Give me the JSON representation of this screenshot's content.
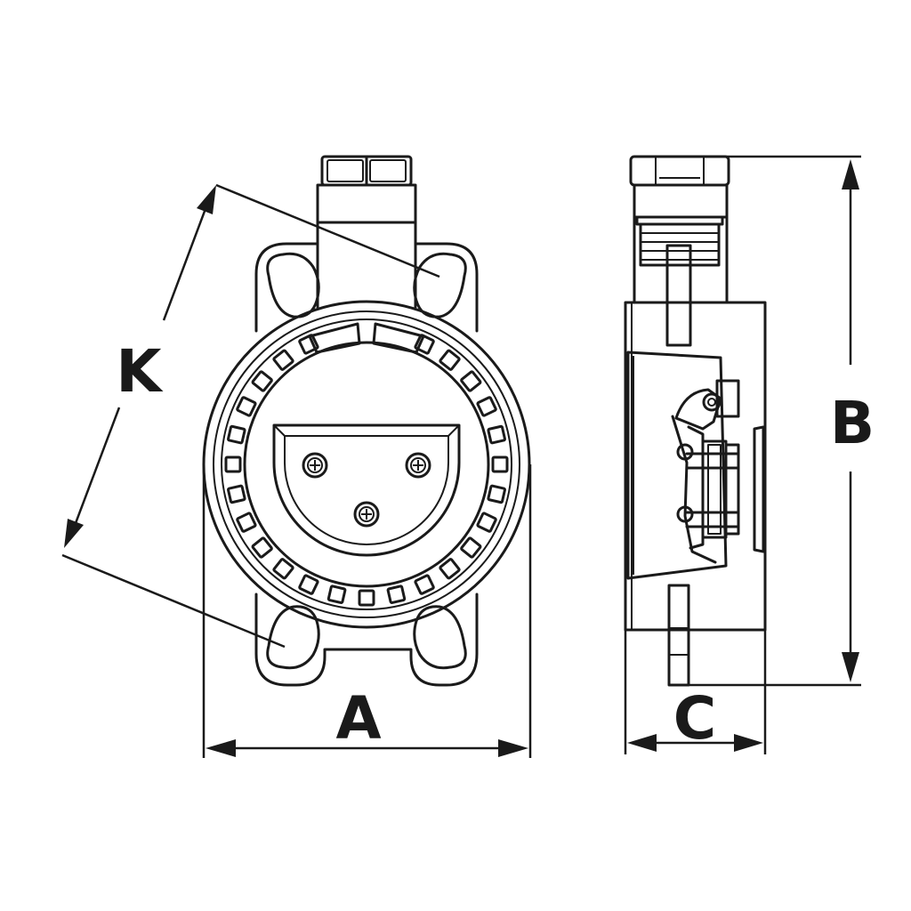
{
  "diagram": {
    "labels": {
      "width": "A",
      "height": "B",
      "depth": "C",
      "diagonal": "K"
    },
    "colors": {
      "line": "#1a1a1a",
      "background": "#ffffff"
    }
  }
}
